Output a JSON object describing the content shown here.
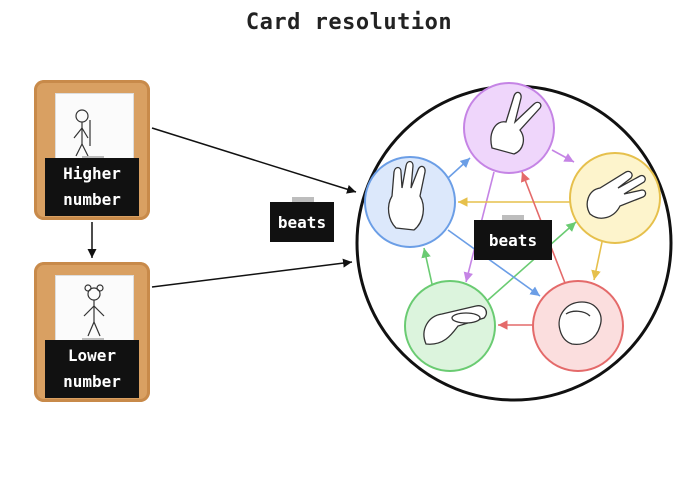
{
  "title": "Card resolution",
  "cards": [
    {
      "line1": "Higher",
      "line2": "number",
      "figure": "stick-figure-icon"
    },
    {
      "line1": "Lower",
      "line2": "number",
      "figure": "stick-figure-bear-icon"
    }
  ],
  "beats_label": "beats",
  "gestures": [
    {
      "name": "scissors",
      "color": "#d8a6ef"
    },
    {
      "name": "paper",
      "color": "#f6e49a"
    },
    {
      "name": "rock",
      "color": "#f2a1a1"
    },
    {
      "name": "lizard",
      "color": "#9fe0a5"
    },
    {
      "name": "spock",
      "color": "#9fc1ef"
    }
  ],
  "colors": {
    "card": "#d9a062",
    "chalkboard": "#111111",
    "arrow": "#111111"
  }
}
